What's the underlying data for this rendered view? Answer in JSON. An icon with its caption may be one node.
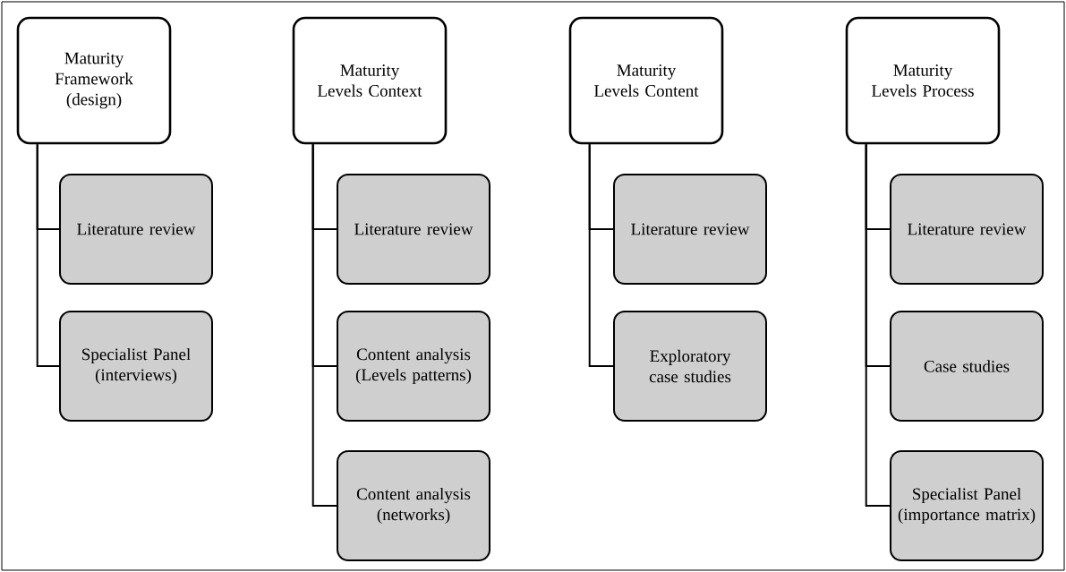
{
  "diagram": {
    "nodes": [
      {
        "text": [
          "Maturity Framework (design)"
        ]
      },
      {
        "text": [
          "Literature review"
        ]
      },
      {
        "text": [
          "Specialist Panel (interviews)"
        ]
      },
      {
        "text": [
          "Maturity Levels Context"
        ]
      },
      {
        "text": [
          "Literature review"
        ]
      },
      {
        "text": [
          "Content analysis (Levels patterns)"
        ]
      },
      {
        "text": [
          "Content analysis (networks)"
        ]
      },
      {
        "text": [
          "Maturity Levels Content"
        ]
      },
      {
        "text": [
          "Literature review"
        ]
      },
      {
        "text": [
          "Exploratory case studies"
        ]
      },
      {
        "text": [
          "Maturity Levels Process"
        ]
      },
      {
        "text": [
          "Literature review"
        ]
      },
      {
        "text": [
          "Case studies"
        ]
      },
      {
        "text": [
          "Specialist Panel (importance matrix)"
        ]
      }
    ],
    "edges": [
      {
        "from": 0,
        "to": 1,
        "arrow": "none"
      },
      {
        "from": 0,
        "to": 2,
        "arrow": "none"
      },
      {
        "from": 3,
        "to": 4,
        "arrow": "none"
      },
      {
        "from": 3,
        "to": 5,
        "arrow": "none"
      },
      {
        "from": 3,
        "to": 6,
        "arrow": "none"
      },
      {
        "from": 7,
        "to": 8,
        "arrow": "none"
      },
      {
        "from": 7,
        "to": 9,
        "arrow": "none"
      },
      {
        "from": 10,
        "to": 11,
        "arrow": "none"
      },
      {
        "from": 10,
        "to": 12,
        "arrow": "none"
      },
      {
        "from": 10,
        "to": 13,
        "arrow": "none"
      }
    ]
  }
}
